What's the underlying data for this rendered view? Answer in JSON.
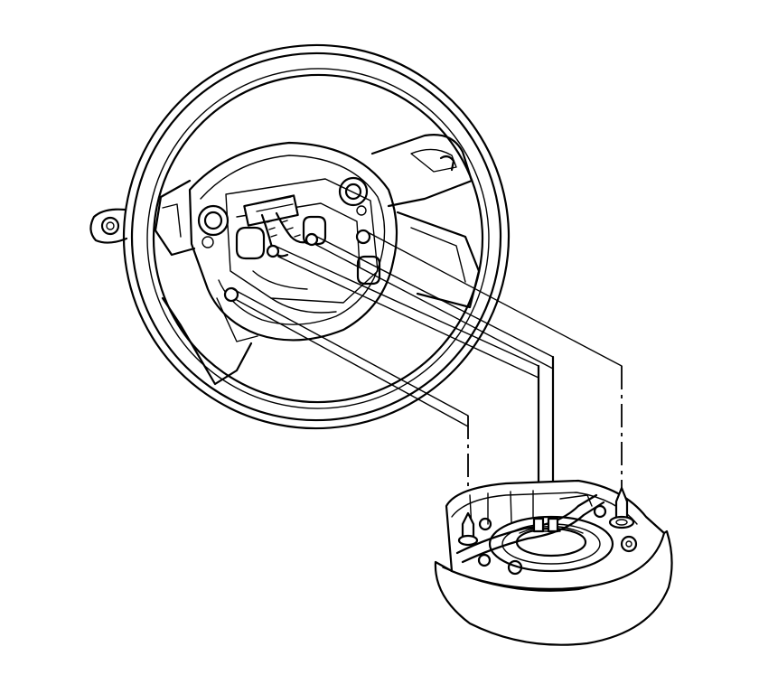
{
  "figure": {
    "type": "line-art-diagram",
    "parts": [
      {
        "name": "steering-wheel",
        "icon": "steering-wheel-icon"
      },
      {
        "name": "airbag-module",
        "icon": "airbag-module-icon"
      }
    ],
    "fastener_count": 4,
    "colors": {
      "ink": "#000000",
      "paper": "#ffffff"
    }
  }
}
